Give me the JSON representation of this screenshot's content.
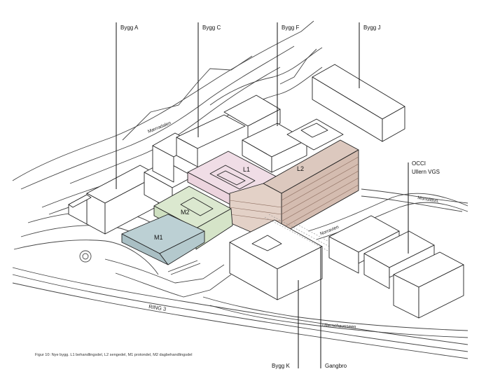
{
  "labels": {
    "bygg_a": "Bygg A",
    "bygg_c": "Bygg C",
    "bygg_f": "Bygg F",
    "bygg_j": "Bygg J",
    "bygg_k": "Bygg K",
    "gangbro": "Gangbro",
    "l1": "L1",
    "l2": "L2",
    "m1": "M1",
    "m2": "M2",
    "occi": "OCCI",
    "ullern_vgs": "Ullern VGS"
  },
  "streets": {
    "maerradalen": "Mærradalen",
    "ring3": "RING 3",
    "norravien": "Norravien",
    "monolittvn": "Monolittvn.",
    "ullernchausseen": "Ullernchausseen"
  },
  "caption": "Figur 10: Nye bygg. L1 behandlingsdel, L2 sengedel, M1 protondel, M2 dagbehandlingsdel",
  "colors": {
    "L1": "#f0dde6",
    "L2": "#dcc8be",
    "M1": "#bcd0d4",
    "M2": "#dbe8cf"
  }
}
